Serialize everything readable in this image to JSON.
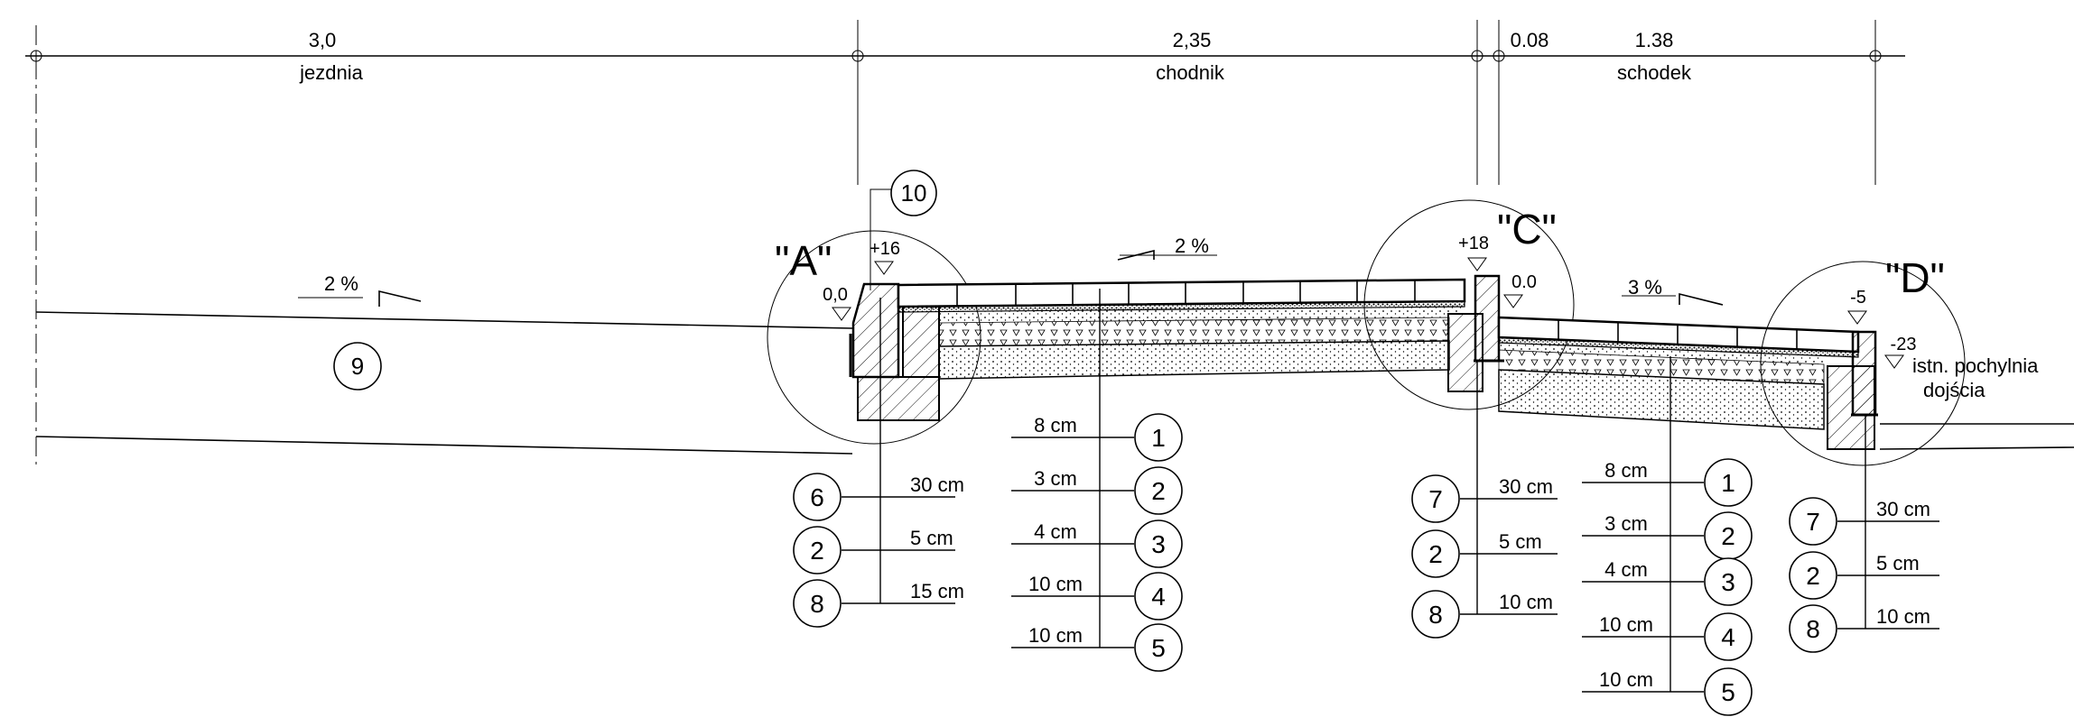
{
  "dimensions": [
    {
      "value": "3,0",
      "label": "jezdnia"
    },
    {
      "value": "2,35",
      "label": "chodnik"
    },
    {
      "value": "0.08",
      "label": ""
    },
    {
      "value": "1.38",
      "label": "schodek"
    }
  ],
  "details": [
    "\"A\"",
    "\"C\"",
    "\"D\""
  ],
  "levels": [
    "+16",
    "0,0",
    "+18",
    "0.0",
    "-5",
    "-23"
  ],
  "slopes": [
    "2 %",
    "2 %",
    "3 %"
  ],
  "callouts": [
    "10",
    "9"
  ],
  "annotation": {
    "line1": "istn. pochylnia",
    "line2": "dojścia"
  },
  "layerGroups": {
    "curbA": [
      {
        "thk": "30 cm",
        "num": "6"
      },
      {
        "thk": "5 cm",
        "num": "2"
      },
      {
        "thk": "15 cm",
        "num": "8"
      }
    ],
    "walk1": [
      {
        "thk": "8 cm",
        "num": "1"
      },
      {
        "thk": "3 cm",
        "num": "2"
      },
      {
        "thk": "4 cm",
        "num": "3"
      },
      {
        "thk": "10 cm",
        "num": "4"
      },
      {
        "thk": "10 cm",
        "num": "5"
      }
    ],
    "curbC": [
      {
        "thk": "30 cm",
        "num": "7"
      },
      {
        "thk": "5 cm",
        "num": "2"
      },
      {
        "thk": "10 cm",
        "num": "8"
      }
    ],
    "walk2": [
      {
        "thk": "8 cm",
        "num": "1"
      },
      {
        "thk": "3 cm",
        "num": "2"
      },
      {
        "thk": "4 cm",
        "num": "3"
      },
      {
        "thk": "10 cm",
        "num": "4"
      },
      {
        "thk": "10 cm",
        "num": "5"
      }
    ],
    "curbD": [
      {
        "thk": "30 cm",
        "num": "7"
      },
      {
        "thk": "5 cm",
        "num": "2"
      },
      {
        "thk": "10 cm",
        "num": "8"
      }
    ]
  }
}
